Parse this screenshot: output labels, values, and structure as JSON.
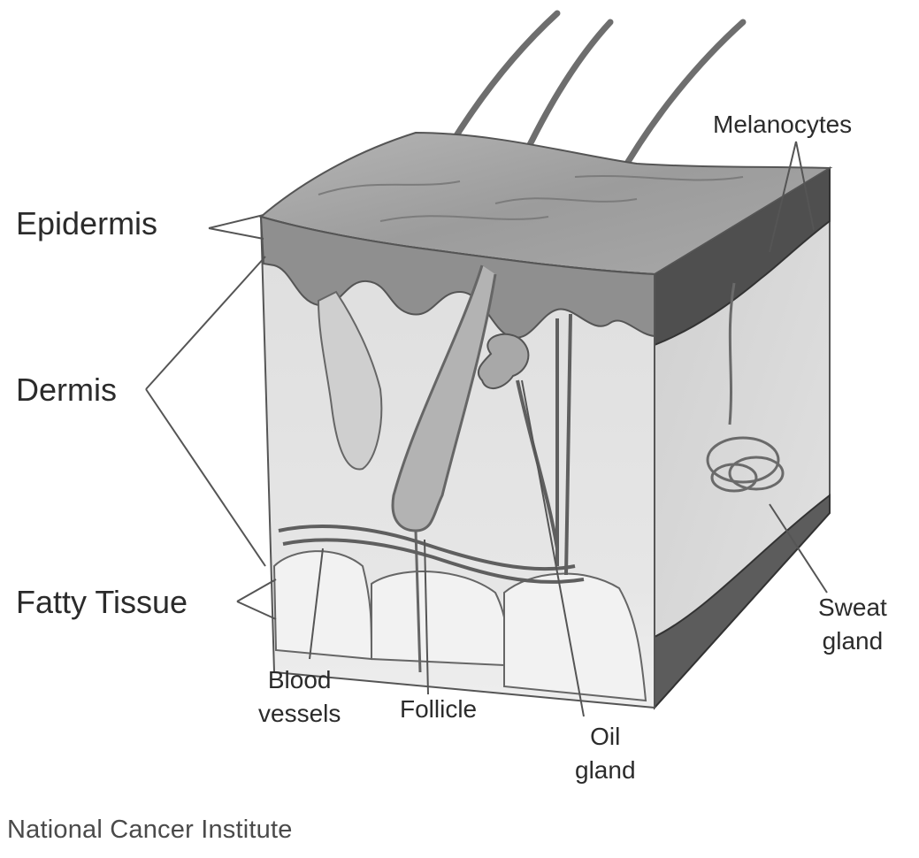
{
  "labels": {
    "epidermis": "Epidermis",
    "dermis": "Dermis",
    "fatty_tissue": "Fatty Tissue",
    "melanocytes": "Melanocytes",
    "sweat_gland_1": "Sweat",
    "sweat_gland_2": "gland",
    "blood_vessels_1": "Blood",
    "blood_vessels_2": "vessels",
    "follicle": "Follicle",
    "oil_gland_1": "Oil",
    "oil_gland_2": "gland"
  },
  "credit": "National Cancer Institute",
  "colors": {
    "ink": "#3a3a3a",
    "epidermis_fill": "#8a8a8a",
    "dermis_fill": "#d9d9d9",
    "fat_fill": "#ececec",
    "side_dark": "#4a4a4a",
    "vessel": "#7a7a7a"
  }
}
